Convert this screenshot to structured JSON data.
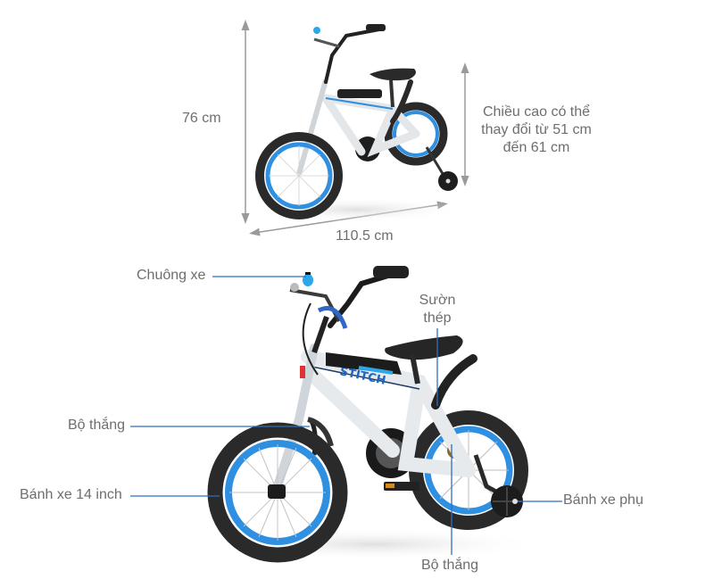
{
  "colors": {
    "dimension_arrow": "#9a9a9a",
    "callout_line": "#2f6fbf",
    "label_text": "#6e6e6e",
    "rim_blue": "#2f8fe0",
    "tire": "#2a2a2a",
    "frame": "#e8ecef"
  },
  "dimensions": {
    "height": "76 cm",
    "length": "110.5 cm",
    "seat_height_line1": "Chiều cao có thể",
    "seat_height_line2": "thay đổi từ 51 cm",
    "seat_height_line3": "đến 61 cm"
  },
  "callouts": {
    "bell": "Chuông xe",
    "front_brake": "Bộ thắng",
    "wheel": "Bánh xe 14 inch",
    "frame_line1": "Sườn",
    "frame_line2": "thép",
    "rear_brake": "Bộ thắng",
    "training_wheel": "Bánh xe phụ"
  },
  "bike_brand": "STITCH"
}
